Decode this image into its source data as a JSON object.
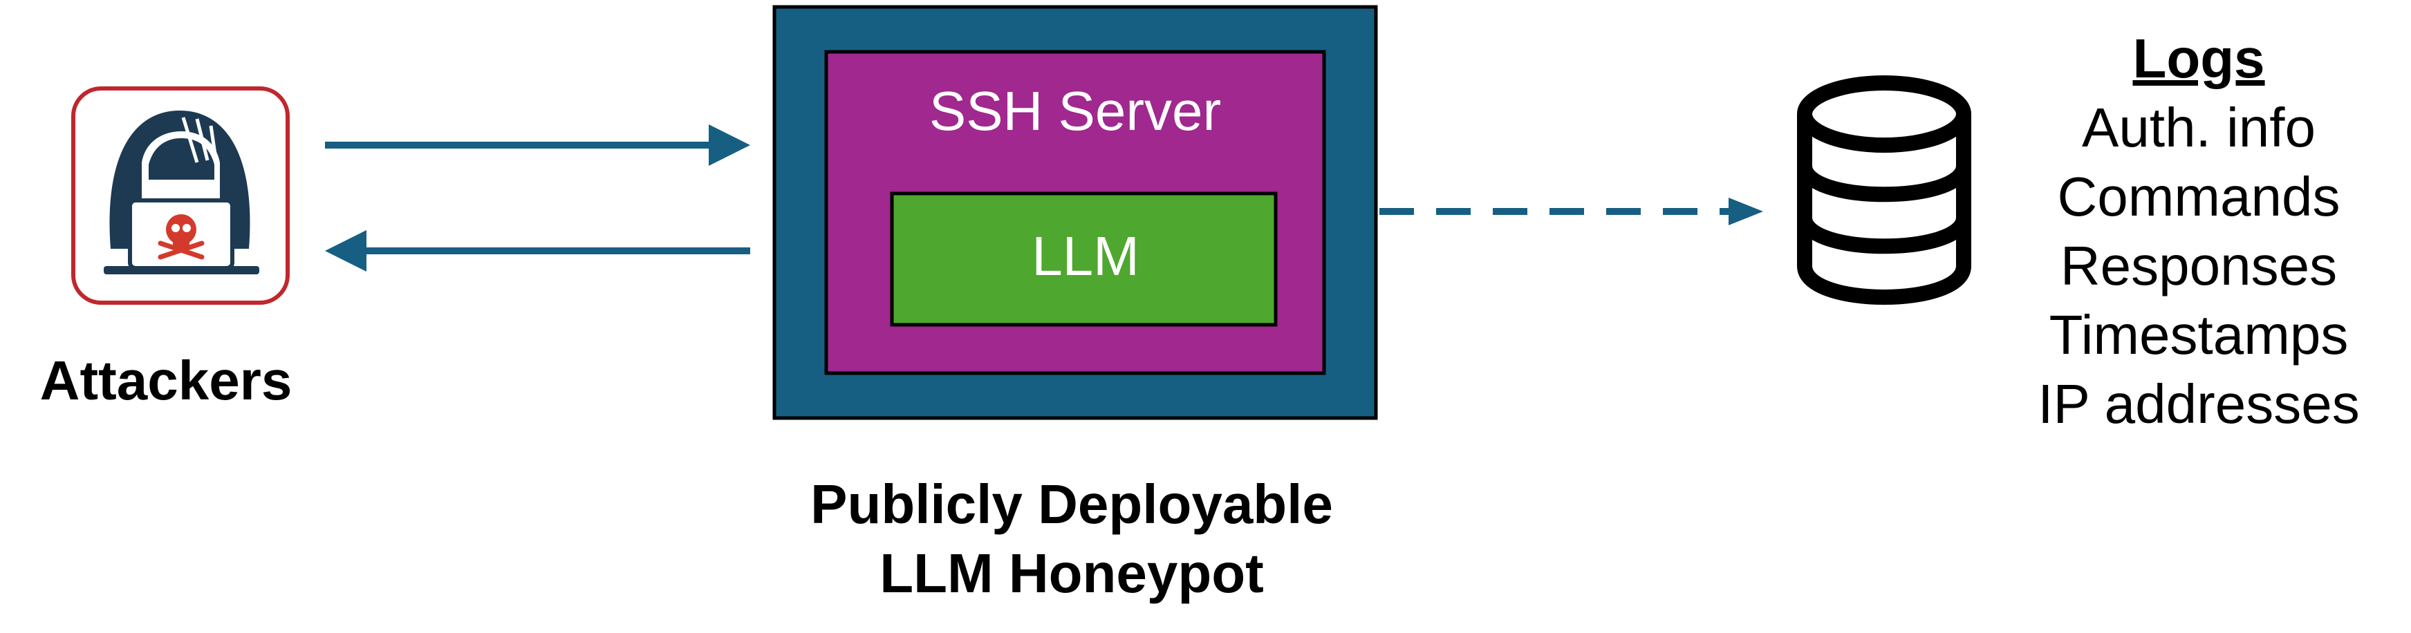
{
  "attackers": {
    "label": "Attackers",
    "icon": "hooded-hacker-icon"
  },
  "honeypot": {
    "server_label": "SSH Server",
    "model_label": "LLM",
    "caption_line1": "Publicly Deployable",
    "caption_line2": "LLM Honeypot"
  },
  "logs": {
    "title": "Logs",
    "icon": "database-icon",
    "items": [
      "Auth. info",
      "Commands",
      "Responses",
      "Timestamps",
      "IP addresses"
    ]
  },
  "colors": {
    "outer_box": "#165f82",
    "ssh_box": "#a0288f",
    "llm_box": "#4ea72e",
    "arrow": "#165f82",
    "attacker_frame": "#c0272d",
    "skull": "#d43a2c"
  }
}
